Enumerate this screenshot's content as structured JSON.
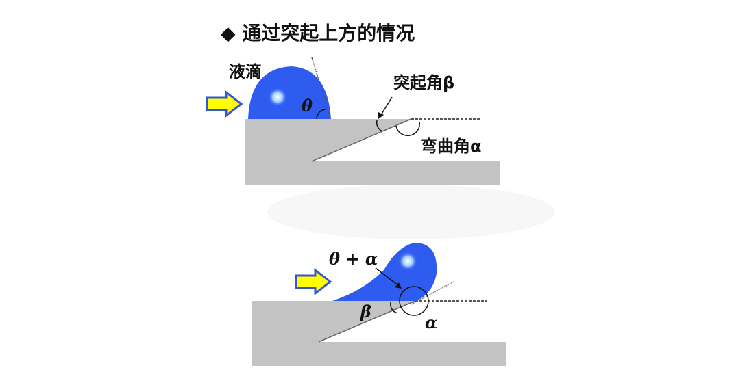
{
  "title": "◆ 通过突起上方的情况",
  "labels": {
    "droplet": "液滴",
    "protrusion_angle": "突起角β",
    "bend_angle": "弯曲角α",
    "theta": "θ",
    "theta_plus_alpha": "θ + α",
    "beta": "β",
    "alpha": "α"
  },
  "colors": {
    "droplet": "#2f5cf0",
    "plate": "#c3c3c3",
    "arrow_fill": "#ffff00",
    "arrow_stroke": "#3355dd"
  }
}
